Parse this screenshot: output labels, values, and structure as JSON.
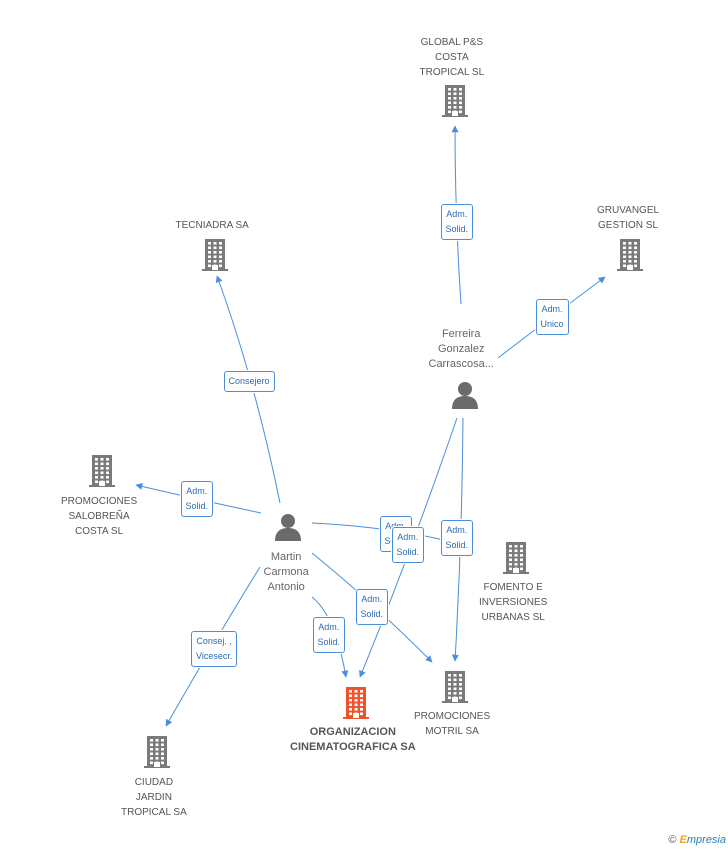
{
  "colors": {
    "edge": "#4a90d9",
    "company_icon": "#7a7a7a",
    "focus_icon": "#f0532a",
    "person_icon": "#6b6b6b"
  },
  "companies": [
    {
      "id": "global",
      "label": "GLOBAL P&S\nCOSTA\nTROPICAL SL",
      "icon": "building-icon",
      "focus": false
    },
    {
      "id": "tecniadra",
      "label": "TECNIADRA SA",
      "icon": "building-icon",
      "focus": false
    },
    {
      "id": "gruvangel",
      "label": "GRUVANGEL\nGESTION SL",
      "icon": "building-icon",
      "focus": false
    },
    {
      "id": "salobrena",
      "label": "PROMOCIONES\nSALOBREÑA\nCOSTA SL",
      "icon": "building-icon",
      "focus": false
    },
    {
      "id": "fomento",
      "label": "FOMENTO E\nINVERSIONES\nURBANAS SL",
      "icon": "building-icon",
      "focus": false
    },
    {
      "id": "motril",
      "label": "PROMOCIONES\nMOTRIL SA",
      "icon": "building-icon",
      "focus": false
    },
    {
      "id": "organizacion",
      "label": "ORGANIZACION\nCINEMATOGRAFICA SA",
      "icon": "building-icon",
      "focus": true
    },
    {
      "id": "ciudad",
      "label": "CIUDAD\nJARDIN\nTROPICAL SA",
      "icon": "building-icon",
      "focus": false
    }
  ],
  "people": [
    {
      "id": "ferreira",
      "label": "Ferreira\nGonzalez\nCarrascosa...",
      "icon": "person-icon"
    },
    {
      "id": "martin",
      "label": "Martin\nCarmona\nAntonio",
      "icon": "person-icon"
    }
  ],
  "edges": [
    {
      "from": "ferreira",
      "to": "global",
      "label": "Adm.\nSolid."
    },
    {
      "from": "ferreira",
      "to": "gruvangel",
      "label": "Adm.\nUnico"
    },
    {
      "from": "martin",
      "to": "tecniadra",
      "label": "Consejero"
    },
    {
      "from": "martin",
      "to": "salobrena",
      "label": "Adm.\nSolid."
    },
    {
      "from": "martin",
      "to": "fomento",
      "label": "Adm.\nSolid."
    },
    {
      "from": "ferreira",
      "to": "organizacion",
      "label": "Adm.\nSolid."
    },
    {
      "from": "ferreira",
      "to": "motril",
      "label": "Adm.\nSolid."
    },
    {
      "from": "martin",
      "to": "organizacion",
      "label": "Adm.\nSolid."
    },
    {
      "from": "martin",
      "to": "motril",
      "label": "Adm.\nSolid."
    },
    {
      "from": "martin",
      "to": "ciudad",
      "label": "Consej. ,\nVicesecr."
    }
  ],
  "footer": {
    "copyright_symbol": "©",
    "brand_initial": "E",
    "brand_rest": "mpresia"
  }
}
